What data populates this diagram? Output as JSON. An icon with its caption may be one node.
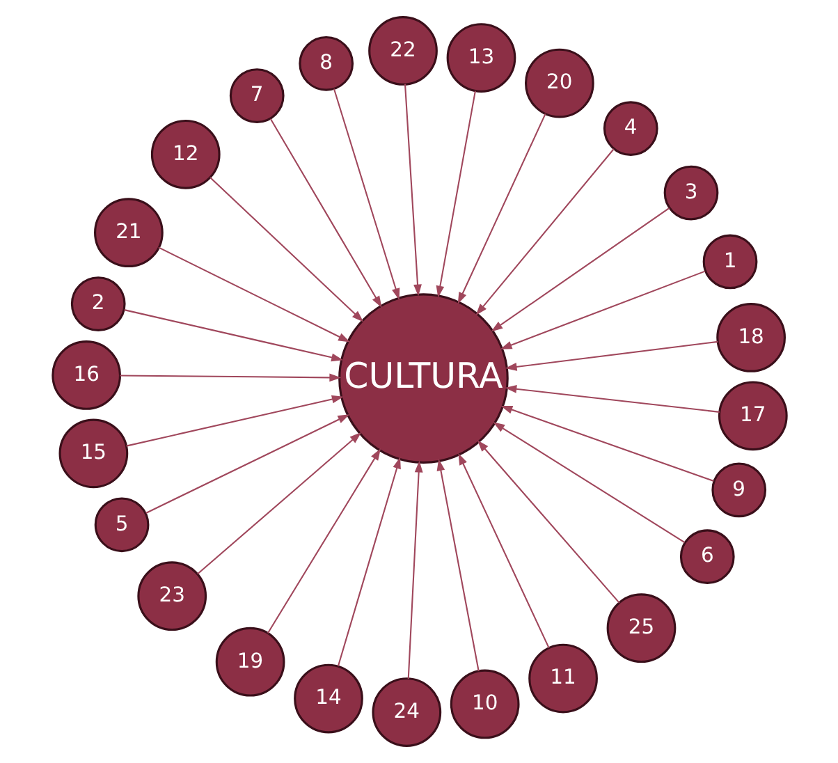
{
  "diagram": {
    "nodes": [
      {
        "text": [
          "18"
        ]
      },
      {
        "text": [
          "1"
        ]
      },
      {
        "text": [
          "3"
        ]
      },
      {
        "text": [
          "4"
        ]
      },
      {
        "text": [
          "20"
        ]
      },
      {
        "text": [
          "13"
        ]
      },
      {
        "text": [
          "22"
        ]
      },
      {
        "text": [
          "8"
        ]
      },
      {
        "text": [
          "7"
        ]
      },
      {
        "text": [
          "12"
        ]
      },
      {
        "text": [
          "21"
        ]
      },
      {
        "text": [
          "2"
        ]
      },
      {
        "text": [
          "CULTURA"
        ]
      },
      {
        "text": [
          "16"
        ]
      },
      {
        "text": [
          "15"
        ]
      },
      {
        "text": [
          "5"
        ]
      },
      {
        "text": [
          "23"
        ]
      },
      {
        "text": [
          "19"
        ]
      },
      {
        "text": [
          "14"
        ]
      },
      {
        "text": [
          "24"
        ]
      },
      {
        "text": [
          "10"
        ]
      },
      {
        "text": [
          "11"
        ]
      },
      {
        "text": [
          "25"
        ]
      },
      {
        "text": [
          "6"
        ]
      },
      {
        "text": [
          "9"
        ]
      },
      {
        "text": [
          "17"
        ]
      }
    ],
    "edges": [
      {
        "from": 0,
        "to": 12,
        "arrow": "to"
      },
      {
        "from": 1,
        "to": 12,
        "arrow": "to"
      },
      {
        "from": 2,
        "to": 12,
        "arrow": "to"
      },
      {
        "from": 3,
        "to": 12,
        "arrow": "to"
      },
      {
        "from": 4,
        "to": 12,
        "arrow": "to"
      },
      {
        "from": 5,
        "to": 12,
        "arrow": "to"
      },
      {
        "from": 6,
        "to": 12,
        "arrow": "to"
      },
      {
        "from": 7,
        "to": 12,
        "arrow": "to"
      },
      {
        "from": 8,
        "to": 12,
        "arrow": "to"
      },
      {
        "from": 9,
        "to": 12,
        "arrow": "to"
      },
      {
        "from": 10,
        "to": 12,
        "arrow": "to"
      },
      {
        "from": 11,
        "to": 12,
        "arrow": "to"
      },
      {
        "from": 13,
        "to": 12,
        "arrow": "to"
      },
      {
        "from": 14,
        "to": 12,
        "arrow": "to"
      },
      {
        "from": 15,
        "to": 12,
        "arrow": "to"
      },
      {
        "from": 16,
        "to": 12,
        "arrow": "to"
      },
      {
        "from": 17,
        "to": 12,
        "arrow": "to"
      },
      {
        "from": 18,
        "to": 12,
        "arrow": "to"
      },
      {
        "from": 19,
        "to": 12,
        "arrow": "to"
      },
      {
        "from": 20,
        "to": 12,
        "arrow": "to"
      },
      {
        "from": 21,
        "to": 12,
        "arrow": "to"
      },
      {
        "from": 22,
        "to": 12,
        "arrow": "to"
      },
      {
        "from": 23,
        "to": 12,
        "arrow": "to"
      },
      {
        "from": 24,
        "to": 12,
        "arrow": "to"
      },
      {
        "from": 25,
        "to": 12,
        "arrow": "to"
      }
    ]
  }
}
